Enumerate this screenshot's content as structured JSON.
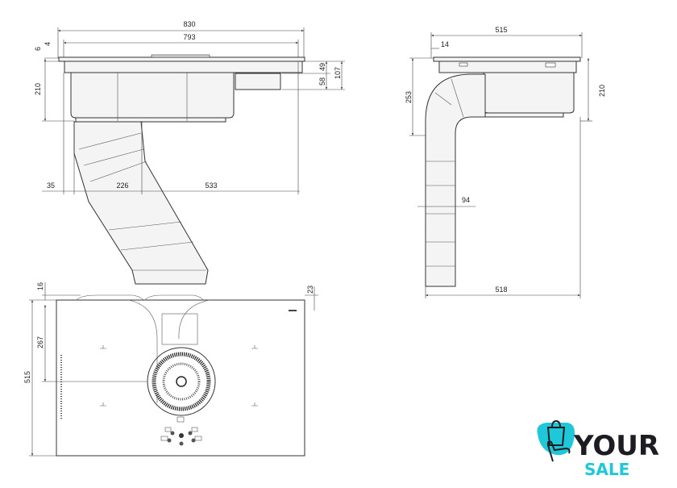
{
  "front_view": {
    "dims": {
      "total_width": "830",
      "glass_width": "793",
      "glass_thickness": "6",
      "edge": "4",
      "body_height": "210",
      "frame_height": "49",
      "box_height": "58",
      "total_side": "107",
      "left_offset": "35",
      "duct_width": "226",
      "right_offset": "533"
    }
  },
  "side_view": {
    "dims": {
      "depth": "515",
      "offset": "14",
      "duct_drop": "253",
      "body_height": "210",
      "duct_width": "94",
      "total_depth": "518"
    }
  },
  "top_view": {
    "dims": {
      "top_offset": "16",
      "right_offset": "23",
      "half_depth": "267",
      "depth": "515"
    }
  },
  "logo": {
    "line1": "YOUR",
    "line2": "SALE",
    "accent_color": "#1ec8d8"
  }
}
